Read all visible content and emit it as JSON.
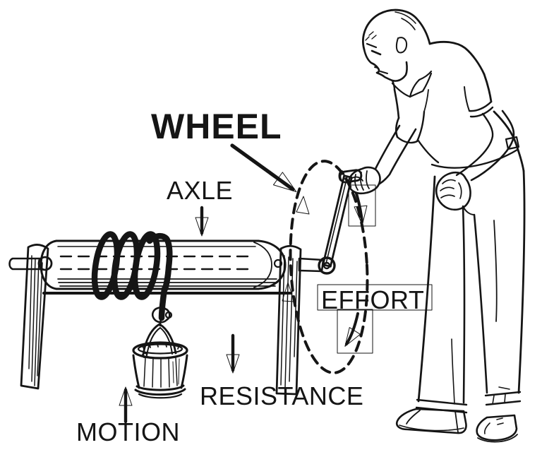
{
  "diagram": {
    "scene": "Line drawing of a man turning the crank handle of a wheel-and-axle windlass; a rope wound around the axle raises a bucket",
    "labels": {
      "wheel": "WHEEL",
      "axle": "AXLE",
      "effort": "EFFORT",
      "resistance": "RESISTANCE",
      "motion": "MOTION"
    },
    "colors": {
      "ink": "#151515",
      "paper": "#ffffff"
    }
  }
}
